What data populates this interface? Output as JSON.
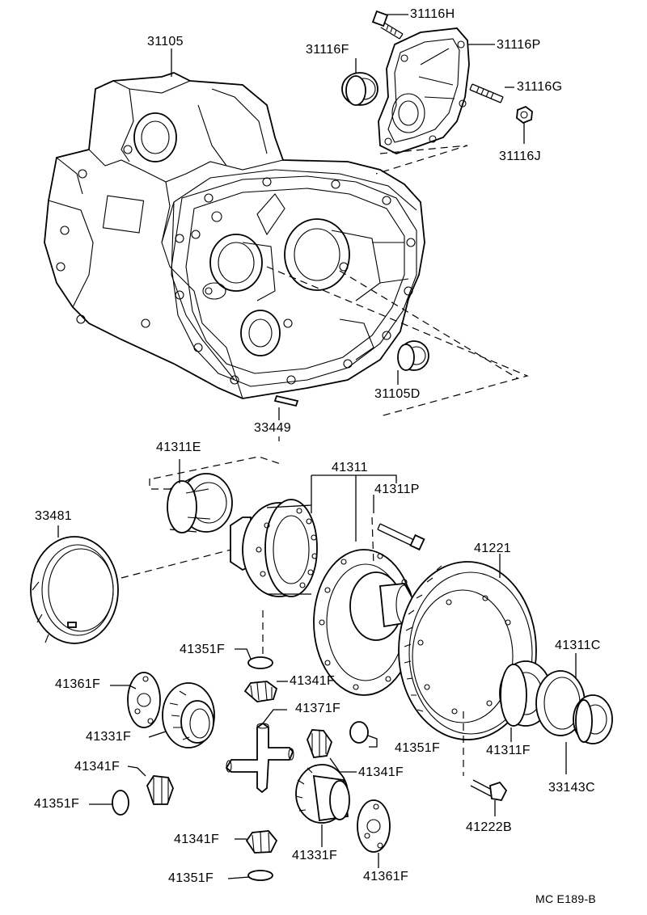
{
  "diagram": {
    "code": "MC E189-B",
    "labels": {
      "p31116H": "31116H",
      "p31105": "31105",
      "p31116F": "31116F",
      "p31116P": "31116P",
      "p31116G": "31116G",
      "p31116J": "31116J",
      "p31105D": "31105D",
      "p33449": "33449",
      "p41311E": "41311E",
      "p41311": "41311",
      "p41311P": "41311P",
      "p33481": "33481",
      "p41221": "41221",
      "p41311C": "41311C",
      "p41351F_a": "41351F",
      "p41341F_a": "41341F",
      "p41361F_a": "41361F",
      "p41371F": "41371F",
      "p41331F_a": "41331F",
      "p41351F_b": "41351F",
      "p41311F": "41311F",
      "p33143C": "33143C",
      "p41341F_b": "41341F",
      "p41341F_c": "41341F",
      "p41351F_c": "41351F",
      "p41222B": "41222B",
      "p41341F_d": "41341F",
      "p41331F_b": "41331F",
      "p41361F_b": "41361F",
      "p41351F_d": "41351F"
    }
  }
}
